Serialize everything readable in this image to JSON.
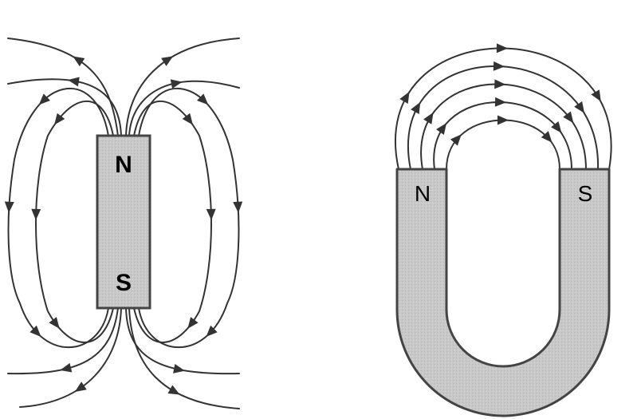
{
  "bar_magnet": {
    "north_label": "N",
    "south_label": "S"
  },
  "horseshoe_magnet": {
    "north_label": "N",
    "south_label": "S"
  },
  "colors": {
    "magnet_fill": "#c8c8c8",
    "magnet_stroke": "#444444",
    "field_line": "#333333",
    "background": "#ffffff"
  }
}
